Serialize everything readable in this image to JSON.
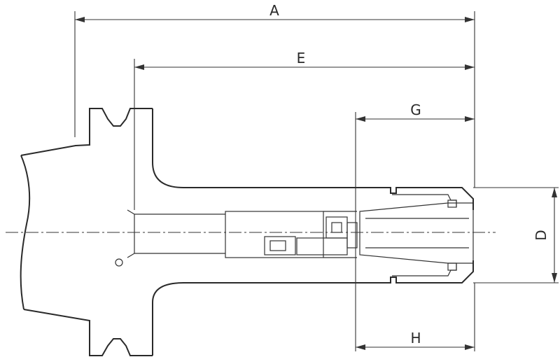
{
  "dimensions": {
    "A": "A",
    "E": "E",
    "G": "G",
    "H": "H",
    "D": "D"
  }
}
